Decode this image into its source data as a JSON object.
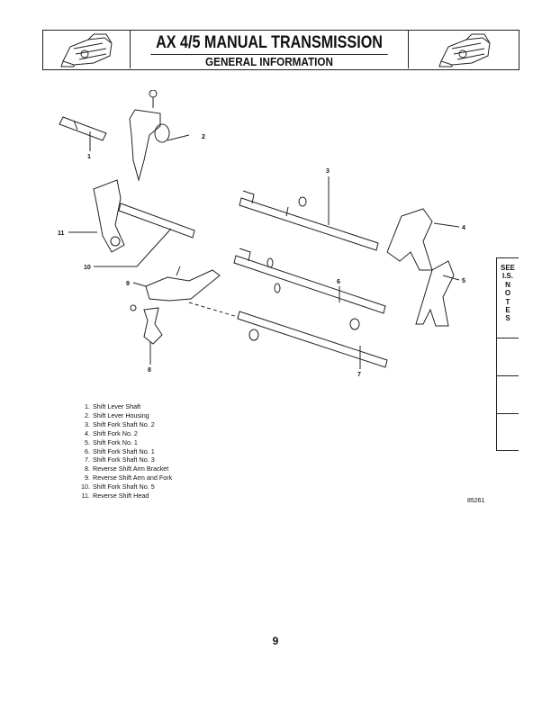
{
  "header": {
    "title": "AX 4/5 MANUAL TRANSMISSION",
    "subtitle": "GENERAL INFORMATION",
    "logo_icon": "transmission-illustration"
  },
  "diagram": {
    "callouts": [
      "1",
      "2",
      "3",
      "4",
      "5",
      "6",
      "7",
      "8",
      "9",
      "10",
      "11"
    ]
  },
  "legend": [
    {
      "num": "1.",
      "label": "Shift Lever Shaft"
    },
    {
      "num": "2.",
      "label": "Shift Lever Housing"
    },
    {
      "num": "3.",
      "label": "Shift Fork Shaft No. 2"
    },
    {
      "num": "4.",
      "label": "Shift Fork No. 2"
    },
    {
      "num": "5.",
      "label": "Shift Fork No. 1"
    },
    {
      "num": "6.",
      "label": "Shift Fork Shaft No. 1"
    },
    {
      "num": "7.",
      "label": "Shift Fork Shaft No. 3"
    },
    {
      "num": "8.",
      "label": "Reverse Shift Arm Bracket"
    },
    {
      "num": "9.",
      "label": "Reverse Shift Arm and Fork"
    },
    {
      "num": "10.",
      "label": "Shift Fork Shaft No. 5"
    },
    {
      "num": "11.",
      "label": "Reverse Shift Head"
    }
  ],
  "figure_number": "85261",
  "side_tab": {
    "lines": [
      "SEE",
      "I.S.",
      "N",
      "O",
      "T",
      "E",
      "S"
    ]
  },
  "page_number": "9"
}
